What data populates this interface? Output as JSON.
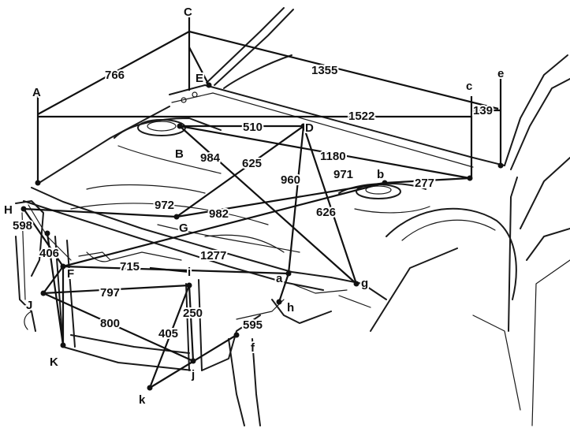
{
  "figure": {
    "point_labels": {
      "A": "A",
      "B": "B",
      "C": "C",
      "D": "D",
      "E": "E",
      "F": "F",
      "G": "G",
      "H": "H",
      "J": "J",
      "K": "K",
      "a": "a",
      "b": "b",
      "c": "c",
      "e": "e",
      "f": "f",
      "g": "g",
      "h": "h",
      "i": "i",
      "j": "j",
      "k": "k"
    },
    "dimensions": {
      "d766": "766",
      "d1355": "1355",
      "d1522": "1522",
      "d139": "139",
      "d510": "510",
      "d984": "984",
      "d1180": "1180",
      "d625": "625",
      "d960": "960",
      "d971": "971",
      "d277": "277",
      "d972": "972",
      "d982": "982",
      "d626": "626",
      "d598": "598",
      "d406": "406",
      "d1277": "1277",
      "d715": "715",
      "d797": "797",
      "d800": "800",
      "d250": "250",
      "d595": "595",
      "d405": "405"
    },
    "colors": {
      "ink": "#111111",
      "paper": "#ffffff"
    }
  }
}
